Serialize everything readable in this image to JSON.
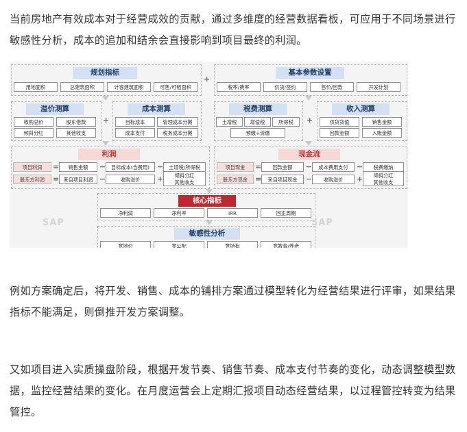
{
  "paragraphs": {
    "p1": "当前房地产有效成本对于经营成效的贡献，通过多维度的经营数据看板，可应用于不同场景进行敏感性分析，成本的追加和结余会直接影响到项目最终的利润。",
    "p2": "例如方案确定后，将开发、销售、成本的铺排方案通过模型转化为经营结果进行评审，如果结果指标不能满足，则倒推开发方案调整。",
    "p3": "又如项目进入实质操盘阶段，根据开发节奏、销售节奏、成本支付节奏的变化，动态调整模型数据，监控经营结果的变化。在月度运营会上定期汇报项目动态经营结果，以过程管控转变为结果管控。"
  },
  "diagram": {
    "planning": {
      "title": "规划指标",
      "items": [
        "用地面积",
        "总建筑面积",
        "计容建筑面积",
        "可售/可租面积"
      ]
    },
    "basic": {
      "title": "基本参数设置",
      "items": [
        "税率/费率",
        "供货/签约",
        "售价/回款",
        "开发计划"
      ]
    },
    "premium": {
      "title": "溢价测算",
      "items": [
        "收购溢价",
        "股东借款",
        "倾斜分红",
        "其他收支"
      ]
    },
    "cost": {
      "title": "成本测算",
      "items": [
        "目标成本",
        "管理成本分摊",
        "成本支付",
        "税务成本分摊"
      ]
    },
    "tax": {
      "title": "税费测算",
      "items": [
        "土增税",
        "增值税",
        "所得税",
        "预缴+清缴"
      ]
    },
    "income": {
      "title": "收入测算",
      "items": [
        "供货货值",
        "销售金额",
        "回款金额",
        "入账金额"
      ]
    },
    "profit": {
      "title": "利润",
      "row1": [
        "项目利润",
        "销售金额",
        "目标成本(含费用)",
        "土增税/所得税"
      ],
      "row2": [
        "股东方利润",
        "来自项目利润",
        "收购溢价",
        "倾斜分红",
        "其他收支"
      ]
    },
    "cashflow": {
      "title": "现金流",
      "row1": [
        "项目现金",
        "回款金额",
        "成本费用支付",
        "税费缴纳"
      ],
      "row2": [
        "股东方现金",
        "来自项目现金",
        "收购溢价",
        "倾斜分红",
        "其他收支"
      ]
    },
    "core": {
      "title": "核心指标",
      "items": [
        "净利润",
        "净利率",
        "IRR",
        "回正周期"
      ]
    },
    "sensitivity": {
      "title": "敏感性分析",
      "items": [
        "竞地价",
        "竞公配",
        "竞持有",
        "竞教育/养老"
      ]
    },
    "operators": {
      "plus": "+",
      "minus": "−",
      "equals": "="
    },
    "watermark": "SAP"
  },
  "colors": {
    "accent_blue": "#d3e1f2",
    "accent_red": "#c0282f",
    "pink": "#f6d9d6"
  }
}
